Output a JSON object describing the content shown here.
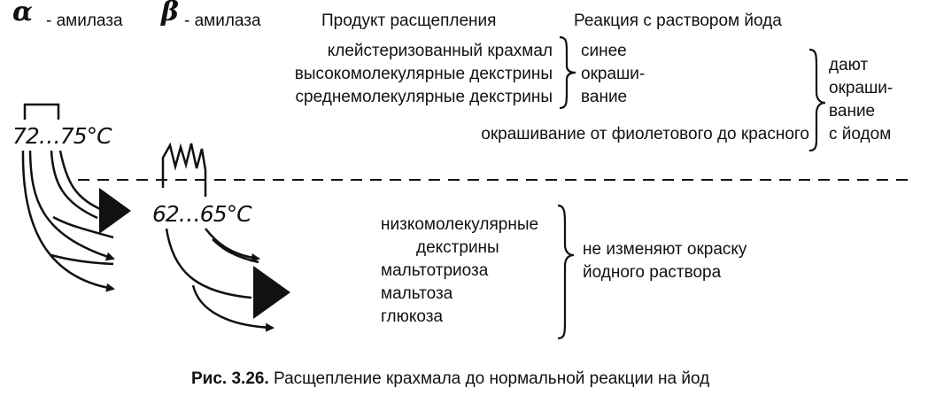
{
  "header": {
    "alpha_symbol": "α",
    "alpha_label": "- амилаза",
    "beta_symbol": "β",
    "beta_label": "- амилаза",
    "product_col": "Продукт расщепления",
    "iodine_col": "Реакция с раствором йода"
  },
  "temperatures": {
    "alpha": "72…75°C",
    "beta": "62…65°C"
  },
  "upper_products": [
    "клейстеризованный крахмал",
    "высокомолекулярные декстрины",
    "среднемолекулярные декстрины"
  ],
  "blue_color": [
    "синее",
    "окраши-",
    "вание"
  ],
  "violet_red_line": "окрашивание от фиолетового до красного",
  "stain_iodine": [
    "дают",
    "окраши-",
    "вание",
    "с йодом"
  ],
  "lower_products": [
    "низкомолекулярные",
    "декстрины",
    "мальтотриоза",
    "мальтоза",
    "глюкоза"
  ],
  "no_change": [
    "не изменяют окраску",
    "йодного раствора"
  ],
  "caption": {
    "label": "Рис. 3.26.",
    "text": "Расщепление крахмала до нормальной реакции на йод"
  }
}
